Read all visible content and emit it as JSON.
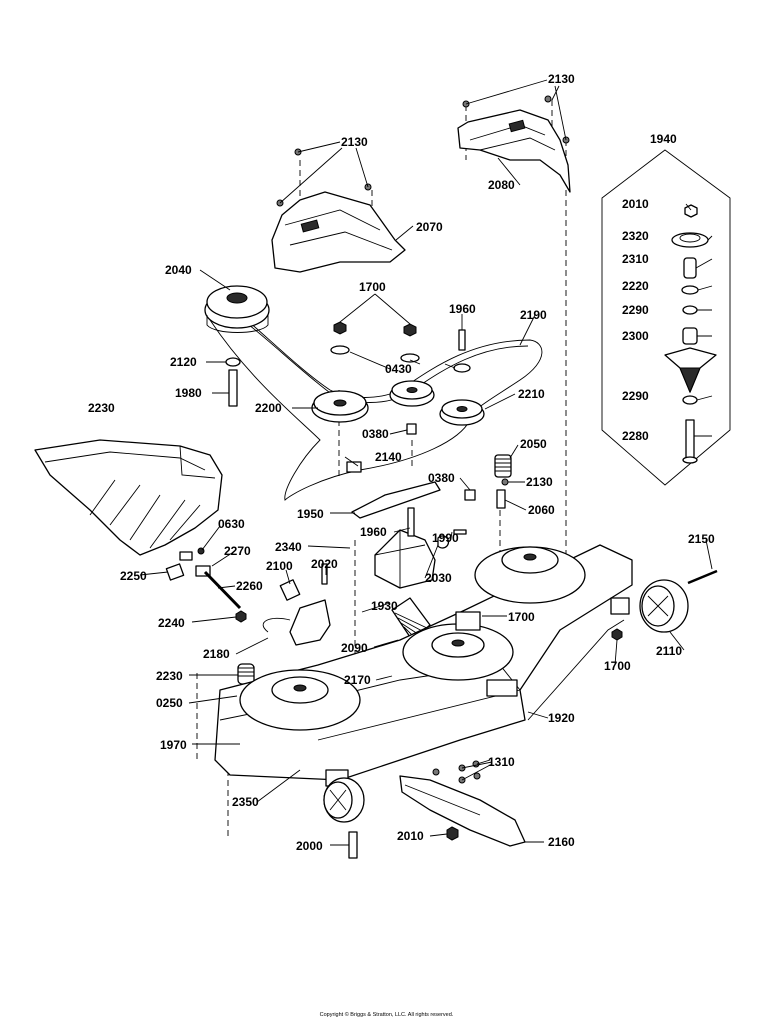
{
  "copyright": "Copyright © Briggs & Stratton, LLC. All rights reserved.",
  "callouts": {
    "c2130a": "2130",
    "c2130b": "2130",
    "c2130c": "2130",
    "c2080": "2080",
    "c2070": "2070",
    "c1940": "1940",
    "c2010a": "2010",
    "c2320": "2320",
    "c2310": "2310",
    "c2220": "2220",
    "c2290a": "2290",
    "c2300": "2300",
    "c2290b": "2290",
    "c2280": "2280",
    "c2040": "2040",
    "c1700a": "1700",
    "c1960a": "1960",
    "c2190": "2190",
    "c2120": "2120",
    "c0430": "0430",
    "c1980": "1980",
    "c2200": "2200",
    "c2210": "2210",
    "c2230a": "2230",
    "c0380a": "0380",
    "c2050": "2050",
    "c2140": "2140",
    "c0380b": "0380",
    "c1950": "1950",
    "c2060": "2060",
    "c0630": "0630",
    "c1960b": "1960",
    "c1990": "1990",
    "c2270": "2270",
    "c2340": "2340",
    "c2250": "2250",
    "c2030": "2030",
    "c2260": "2260",
    "c2100": "2100",
    "c2020": "2020",
    "c2150": "2150",
    "c2240": "2240",
    "c1930": "1930",
    "c1700b": "1700",
    "c2090": "2090",
    "c2180": "2180",
    "c1700c": "1700",
    "c2110": "2110",
    "c2230b": "2230",
    "c2170": "2170",
    "c0250": "0250",
    "c1920": "1920",
    "c1970": "1970",
    "c1310": "1310",
    "c2350": "2350",
    "c2010b": "2010",
    "c2160": "2160",
    "c2000": "2000"
  }
}
